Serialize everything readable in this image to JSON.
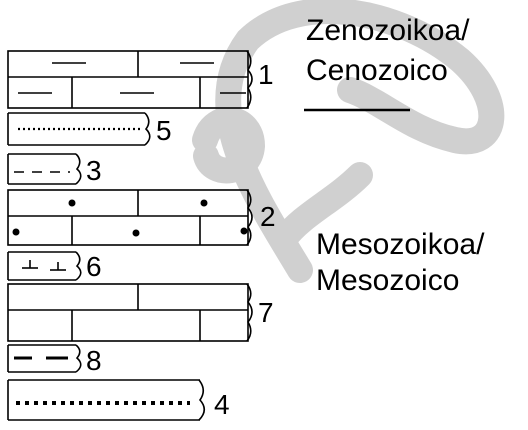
{
  "eras": {
    "cenozoic": {
      "line1": "Zenozoikoa/",
      "line2": "Cenozoico"
    },
    "mesozoic": {
      "line1": "Mesozoikoa/",
      "line2": "Mesozoico"
    }
  },
  "units": [
    {
      "id": "unit-1",
      "label": "1"
    },
    {
      "id": "unit-5",
      "label": "5"
    },
    {
      "id": "unit-3",
      "label": "3"
    },
    {
      "id": "unit-2",
      "label": "2"
    },
    {
      "id": "unit-6",
      "label": "6"
    },
    {
      "id": "unit-7",
      "label": "7"
    },
    {
      "id": "unit-8",
      "label": "8"
    },
    {
      "id": "unit-4",
      "label": "4"
    }
  ],
  "colors": {
    "ink": "#000000",
    "watermark": "#d0d0d0"
  }
}
